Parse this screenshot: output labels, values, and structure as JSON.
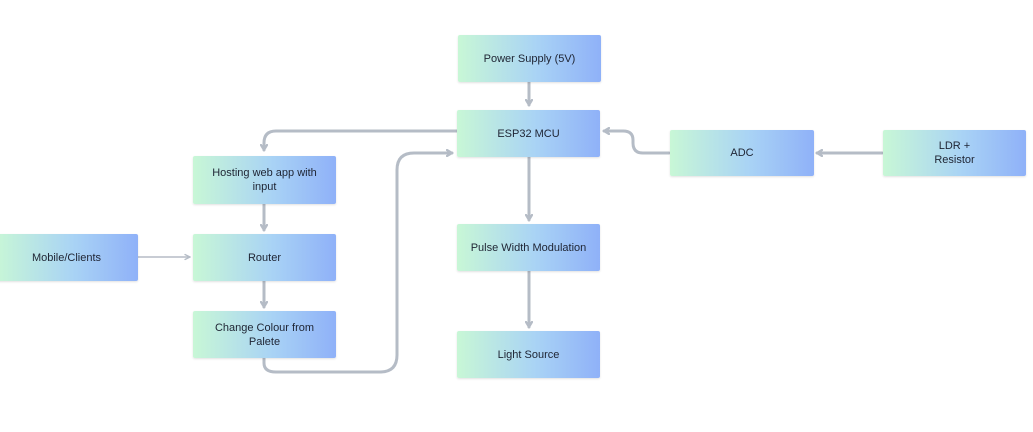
{
  "diagram": {
    "nodes": {
      "power_supply": "Power Supply (5V)",
      "esp32": "ESP32 MCU",
      "adc": "ADC",
      "ldr": "LDR +\nResistor",
      "hosting": "Hosting web app with\ninput",
      "router": "Router",
      "mobile": "Mobile/Clients",
      "change_colour": "Change Colour from Palete",
      "pwm": "Pulse Width Modulation",
      "light_source": "Light Source"
    },
    "edges": [
      {
        "from": "power_supply",
        "to": "esp32"
      },
      {
        "from": "ldr",
        "to": "adc"
      },
      {
        "from": "adc",
        "to": "esp32"
      },
      {
        "from": "esp32",
        "to": "hosting"
      },
      {
        "from": "hosting",
        "to": "router"
      },
      {
        "from": "mobile",
        "to": "router"
      },
      {
        "from": "router",
        "to": "change_colour"
      },
      {
        "from": "change_colour",
        "to": "esp32"
      },
      {
        "from": "esp32",
        "to": "pwm"
      },
      {
        "from": "pwm",
        "to": "light_source"
      }
    ],
    "colors": {
      "box_gradient_start": "#c8f7d6",
      "box_gradient_end": "#8fb1f8",
      "connector": "#b5bcc6",
      "text": "#1e2433"
    }
  }
}
